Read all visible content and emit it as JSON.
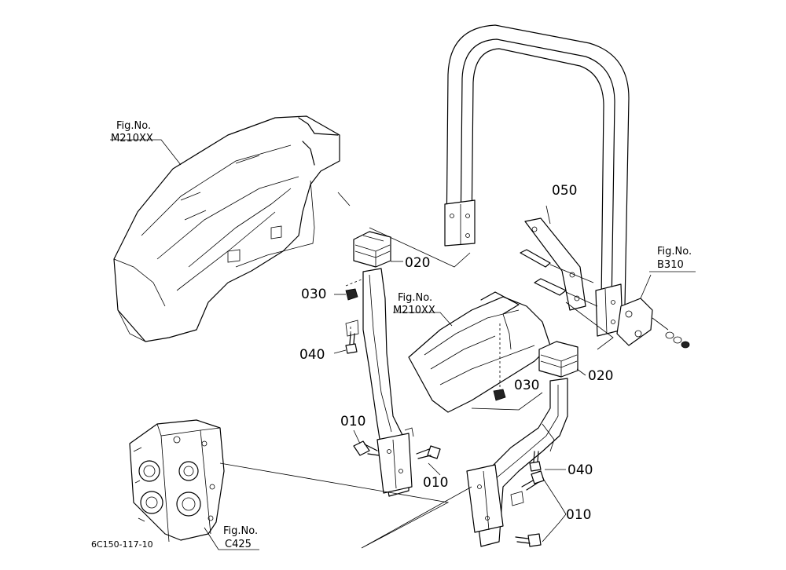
{
  "figure_refs": {
    "left_fender": {
      "line1": "Fig.No.",
      "line2": "M210XX"
    },
    "center_fender": {
      "line1": "Fig.No.",
      "line2": "M210XX"
    },
    "right_bracket": {
      "line1": "Fig.No.",
      "line2": "B310"
    },
    "transmission": {
      "line1": "Fig.No.",
      "line2": "C425"
    }
  },
  "part_labels": {
    "p050": "050",
    "p020_left": "020",
    "p020_right": "020",
    "p030_left": "030",
    "p030_right": "030",
    "p040_left": "040",
    "p040_right": "040",
    "p010_a": "010",
    "p010_b": "010",
    "p010_c": "010"
  },
  "drawing_code": "6C150-117-10"
}
